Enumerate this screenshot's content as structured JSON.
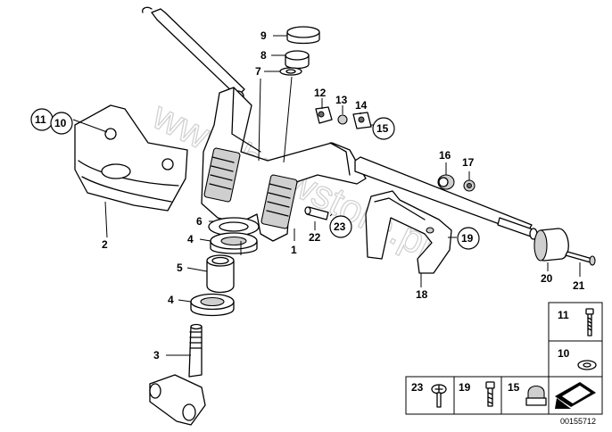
{
  "diagram": {
    "watermark": "www.bmwstore.pl",
    "reference_number": "00155712",
    "callouts": [
      {
        "id": "c1",
        "label": "1"
      },
      {
        "id": "c2",
        "label": "2"
      },
      {
        "id": "c3",
        "label": "3"
      },
      {
        "id": "c4a",
        "label": "4"
      },
      {
        "id": "c4b",
        "label": "4"
      },
      {
        "id": "c5",
        "label": "5"
      },
      {
        "id": "c6",
        "label": "6"
      },
      {
        "id": "c7",
        "label": "7"
      },
      {
        "id": "c8",
        "label": "8"
      },
      {
        "id": "c9",
        "label": "9"
      },
      {
        "id": "c10",
        "label": "10"
      },
      {
        "id": "c11",
        "label": "11"
      },
      {
        "id": "c12",
        "label": "12"
      },
      {
        "id": "c13",
        "label": "13"
      },
      {
        "id": "c14",
        "label": "14"
      },
      {
        "id": "c15",
        "label": "15"
      },
      {
        "id": "c16",
        "label": "16"
      },
      {
        "id": "c17",
        "label": "17"
      },
      {
        "id": "c18",
        "label": "18"
      },
      {
        "id": "c19",
        "label": "19"
      },
      {
        "id": "c20",
        "label": "20"
      },
      {
        "id": "c21",
        "label": "21"
      },
      {
        "id": "c22",
        "label": "22"
      },
      {
        "id": "c23",
        "label": "23"
      }
    ],
    "legend": [
      {
        "id": "l11",
        "label": "11"
      },
      {
        "id": "l10",
        "label": "10"
      },
      {
        "id": "l23",
        "label": "23"
      },
      {
        "id": "l19",
        "label": "19"
      },
      {
        "id": "l15",
        "label": "15"
      }
    ]
  }
}
